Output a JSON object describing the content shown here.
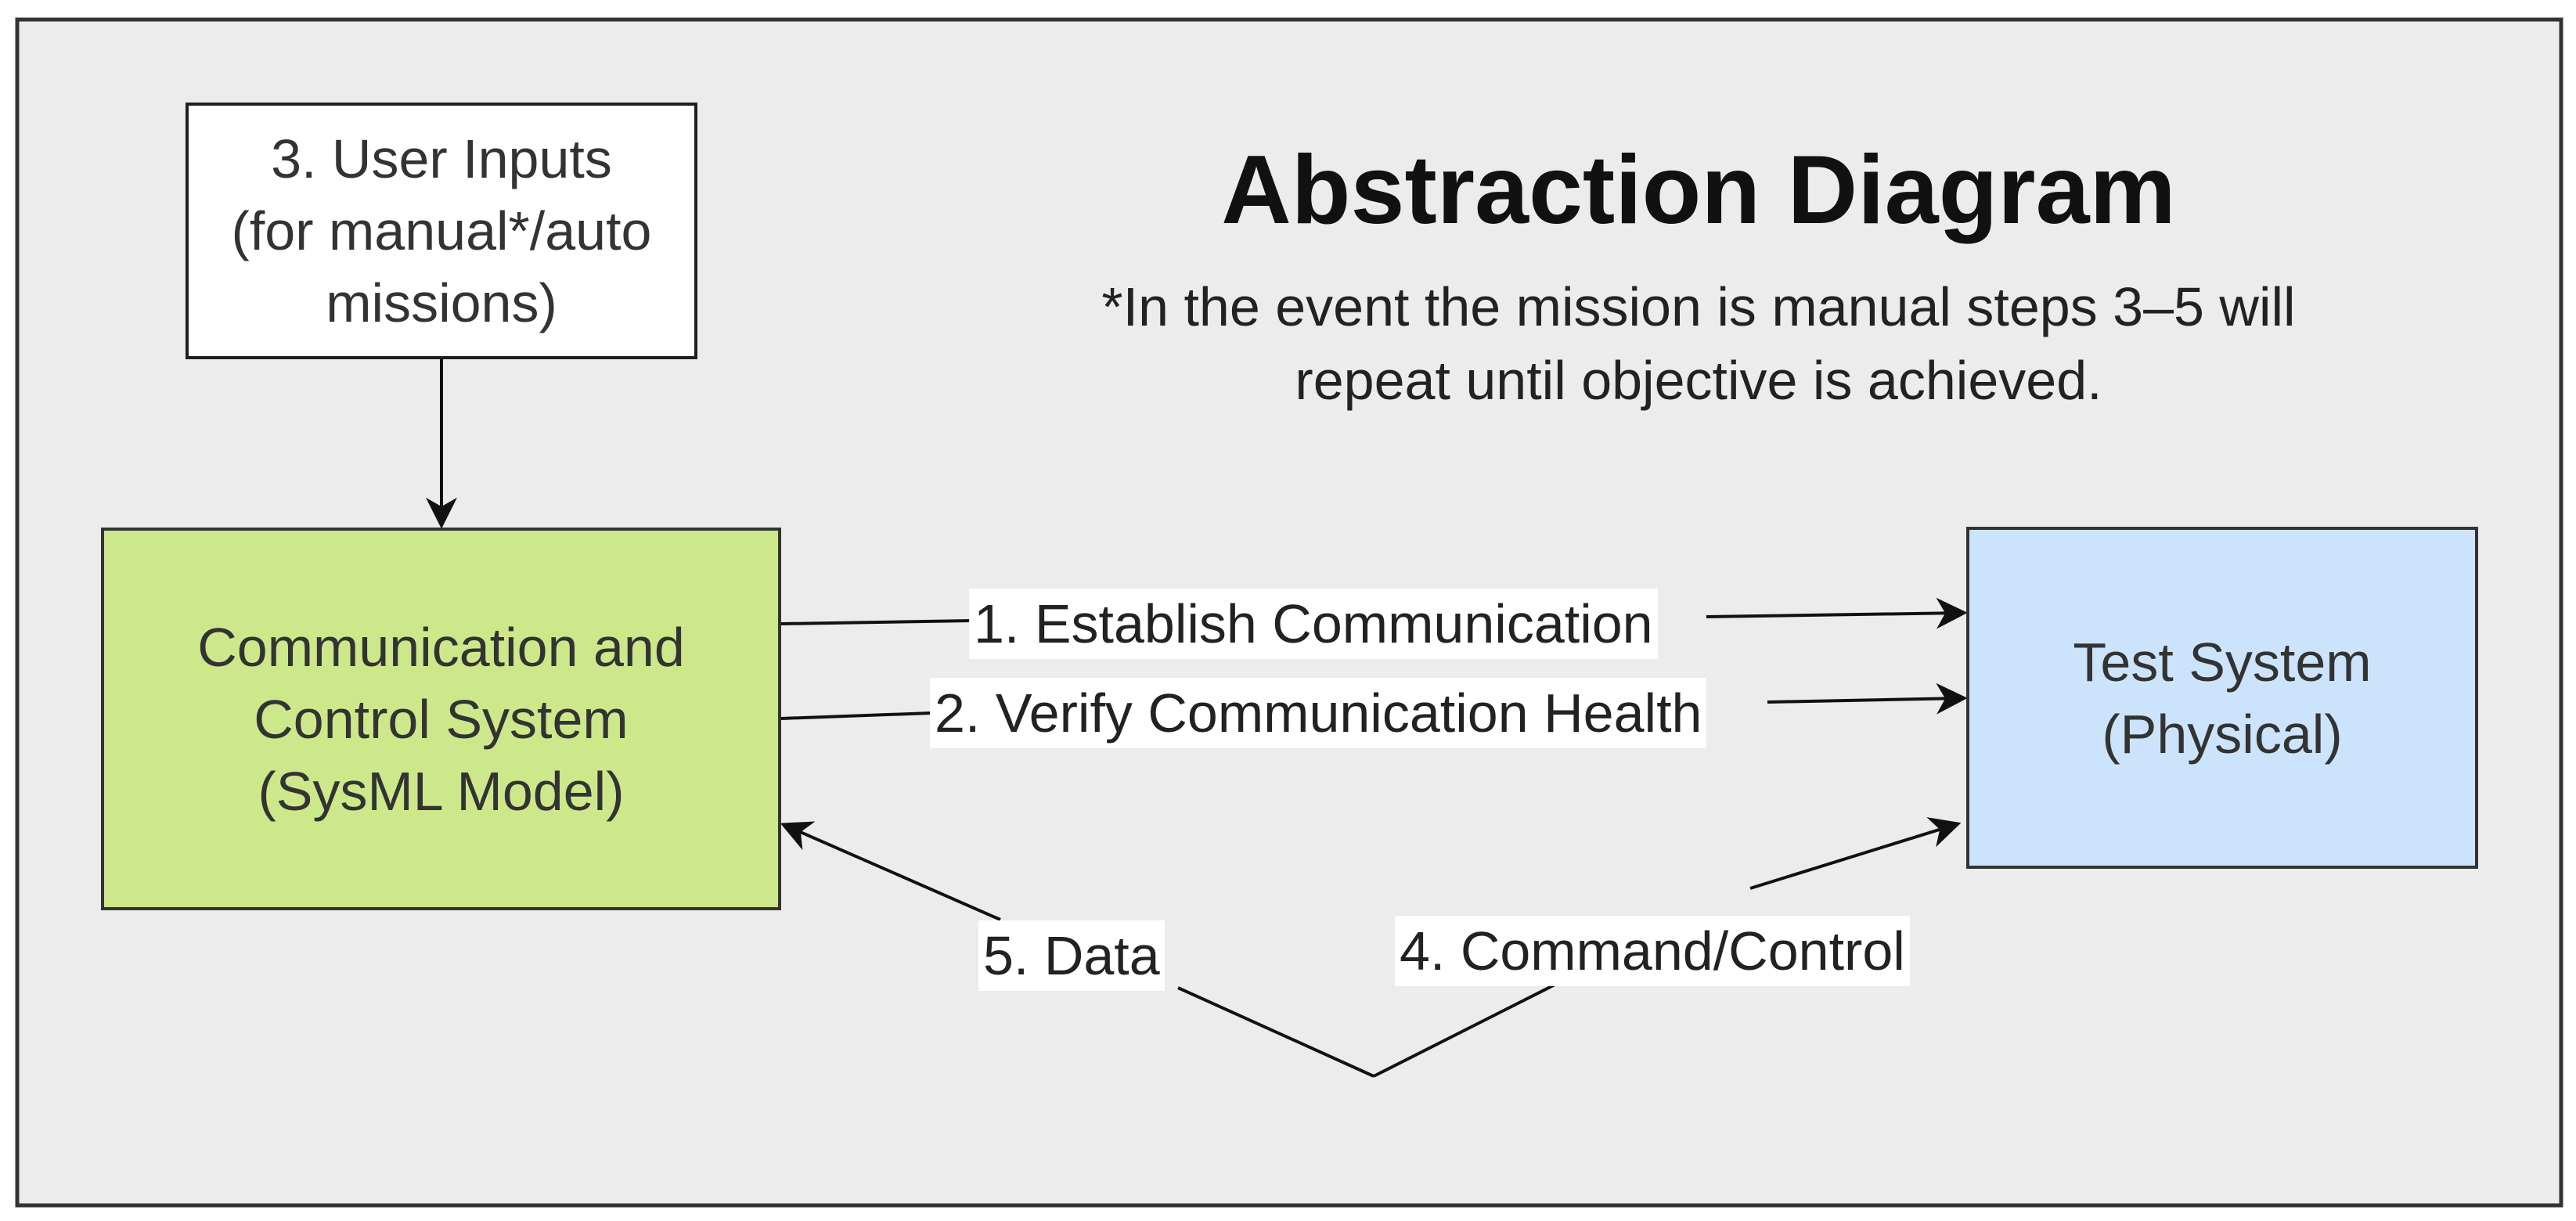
{
  "title": "Abstraction Diagram",
  "note": {
    "line1": "*In the event the mission is manual steps 3–5 will",
    "line2": "repeat until objective is achieved."
  },
  "nodes": {
    "user_inputs": {
      "lines": [
        "3. User Inputs",
        "(for manual*/auto",
        "missions)"
      ],
      "fill": "#ffffff"
    },
    "ccs": {
      "lines": [
        "Communication and",
        "Control System",
        "(SysML Model)"
      ],
      "fill": "#cde88a"
    },
    "test_system": {
      "lines": [
        "Test System",
        "(Physical)"
      ],
      "fill": "#cce4fb"
    }
  },
  "edges": {
    "establish": "1. Establish Communication",
    "verify": "2. Verify Communication Health",
    "command": "4. Command/Control",
    "data": "5. Data"
  },
  "colors": {
    "background": "#ececec",
    "frame": "#333333",
    "edge": "#111111"
  }
}
